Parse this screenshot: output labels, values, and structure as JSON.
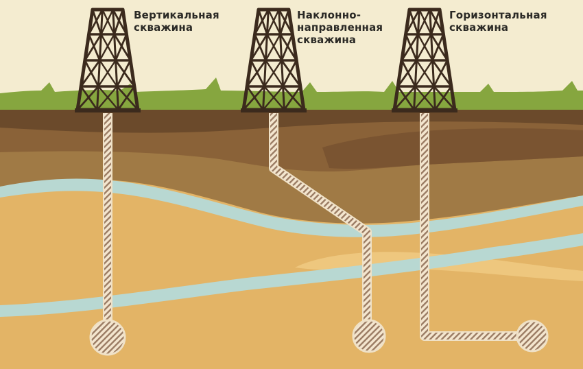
{
  "wells": [
    {
      "id": "vertical",
      "label_lines": [
        "Вертикальная",
        "скважина"
      ]
    },
    {
      "id": "directional",
      "label_lines": [
        "Наклонно-",
        "направленная",
        "скважина"
      ]
    },
    {
      "id": "horizontal",
      "label_lines": [
        "Горизонтальная",
        "скважина"
      ]
    }
  ],
  "colors": {
    "sky": "#f4ecd0",
    "grass": "#86a63f",
    "topsoil": "#6b4a2b",
    "soil_mid": "#8a6238",
    "soil_lower": "#a07a45",
    "sand": "#e3b466",
    "sand_light": "#eec77e",
    "water": "#b8d8d2",
    "rig": "#3b2a1d",
    "pipe_fill": "#f4e6cf",
    "pipe_stripe": "#9a7b63"
  }
}
